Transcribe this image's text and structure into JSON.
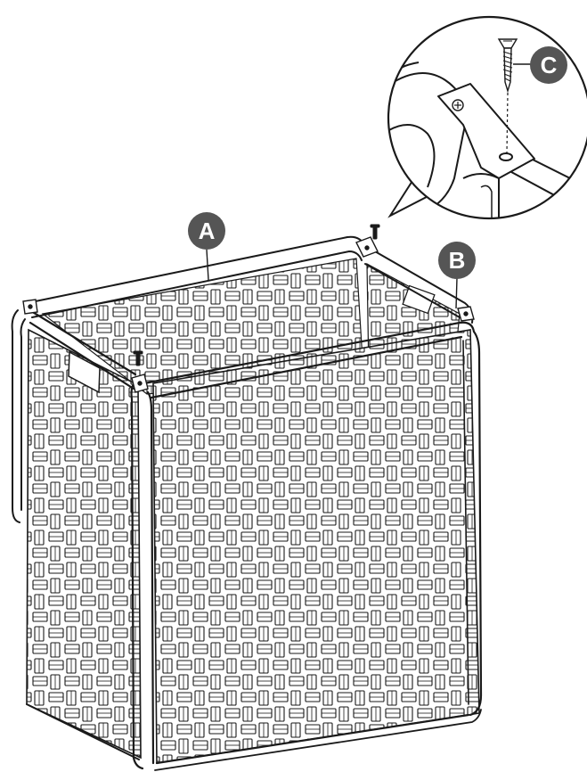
{
  "labels": {
    "a": "A",
    "b": "B",
    "c": "C"
  },
  "colors": {
    "line": "#1a1a1a",
    "badge": "#555555",
    "badge_text": "#ffffff",
    "background": "#ffffff"
  },
  "icons": [
    "screw-icon",
    "phillips-head-icon"
  ]
}
